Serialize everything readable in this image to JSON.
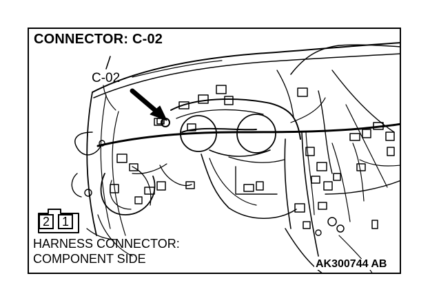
{
  "title": "CONNECTOR: C-02",
  "callout_label": "C-02",
  "caption": {
    "line1": "HARNESS CONNECTOR:",
    "line2": "COMPONENT SIDE"
  },
  "pins": [
    "2",
    "1"
  ],
  "figure_id": "AK300744 AB",
  "colors": {
    "ink": "#000000",
    "paper": "#ffffff"
  }
}
